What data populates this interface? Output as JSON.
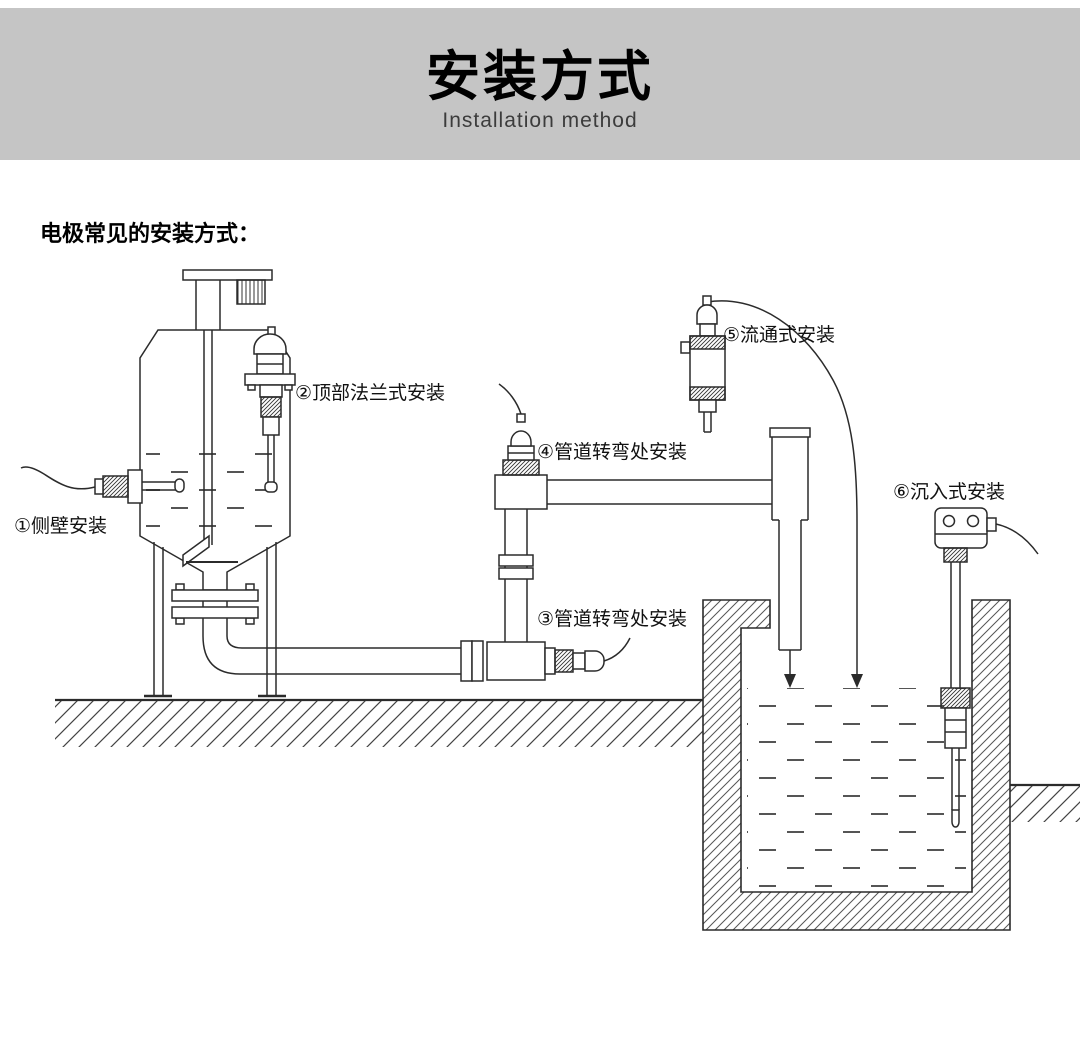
{
  "header": {
    "title": "安装方式",
    "subtitle": "Installation method"
  },
  "intro": "电极常见的安装方式：",
  "labels": {
    "side_wall": "①侧壁安装",
    "top_flange": "②顶部法兰式安装",
    "pipe_bend_3": "③管道转弯处安装",
    "pipe_bend_4": "④管道转弯处安装",
    "flow_through": "⑤流通式安装",
    "submerged": "⑥沉入式安装"
  },
  "colors": {
    "banner_gray": "#c5c5c5",
    "line_color": "#2b2b2b"
  }
}
